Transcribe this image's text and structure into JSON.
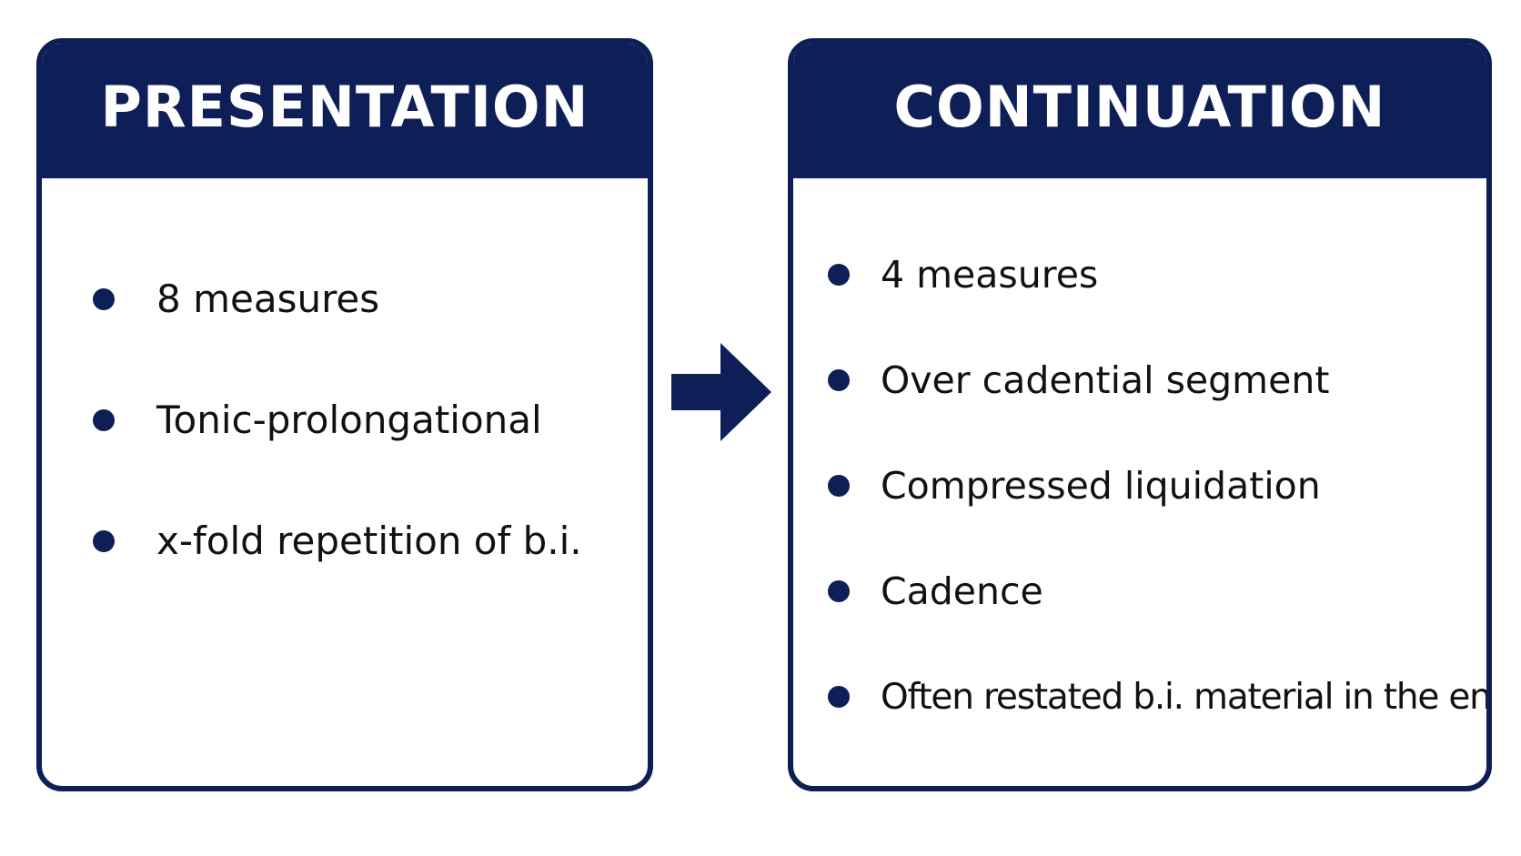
{
  "diagram": {
    "colors": {
      "header_fill": "#0d1f56",
      "border": "#0d1f56",
      "bullet": "#0d1f56",
      "arrow": "#0d1f56",
      "header_text": "#ffffff",
      "body_text": "#111111",
      "background": "#ffffff"
    },
    "connector_icon": "right-arrow-icon",
    "presentation": {
      "title": "PRESENTATION",
      "items": [
        "8 measures",
        "Tonic-prolongational",
        "x-fold repetition of b.i."
      ]
    },
    "continuation": {
      "title": "CONTINUATION",
      "items": [
        "4 measures",
        "Over cadential segment",
        "Compressed liquidation",
        "Cadence",
        "Often restated b.i. material in the end"
      ]
    }
  }
}
